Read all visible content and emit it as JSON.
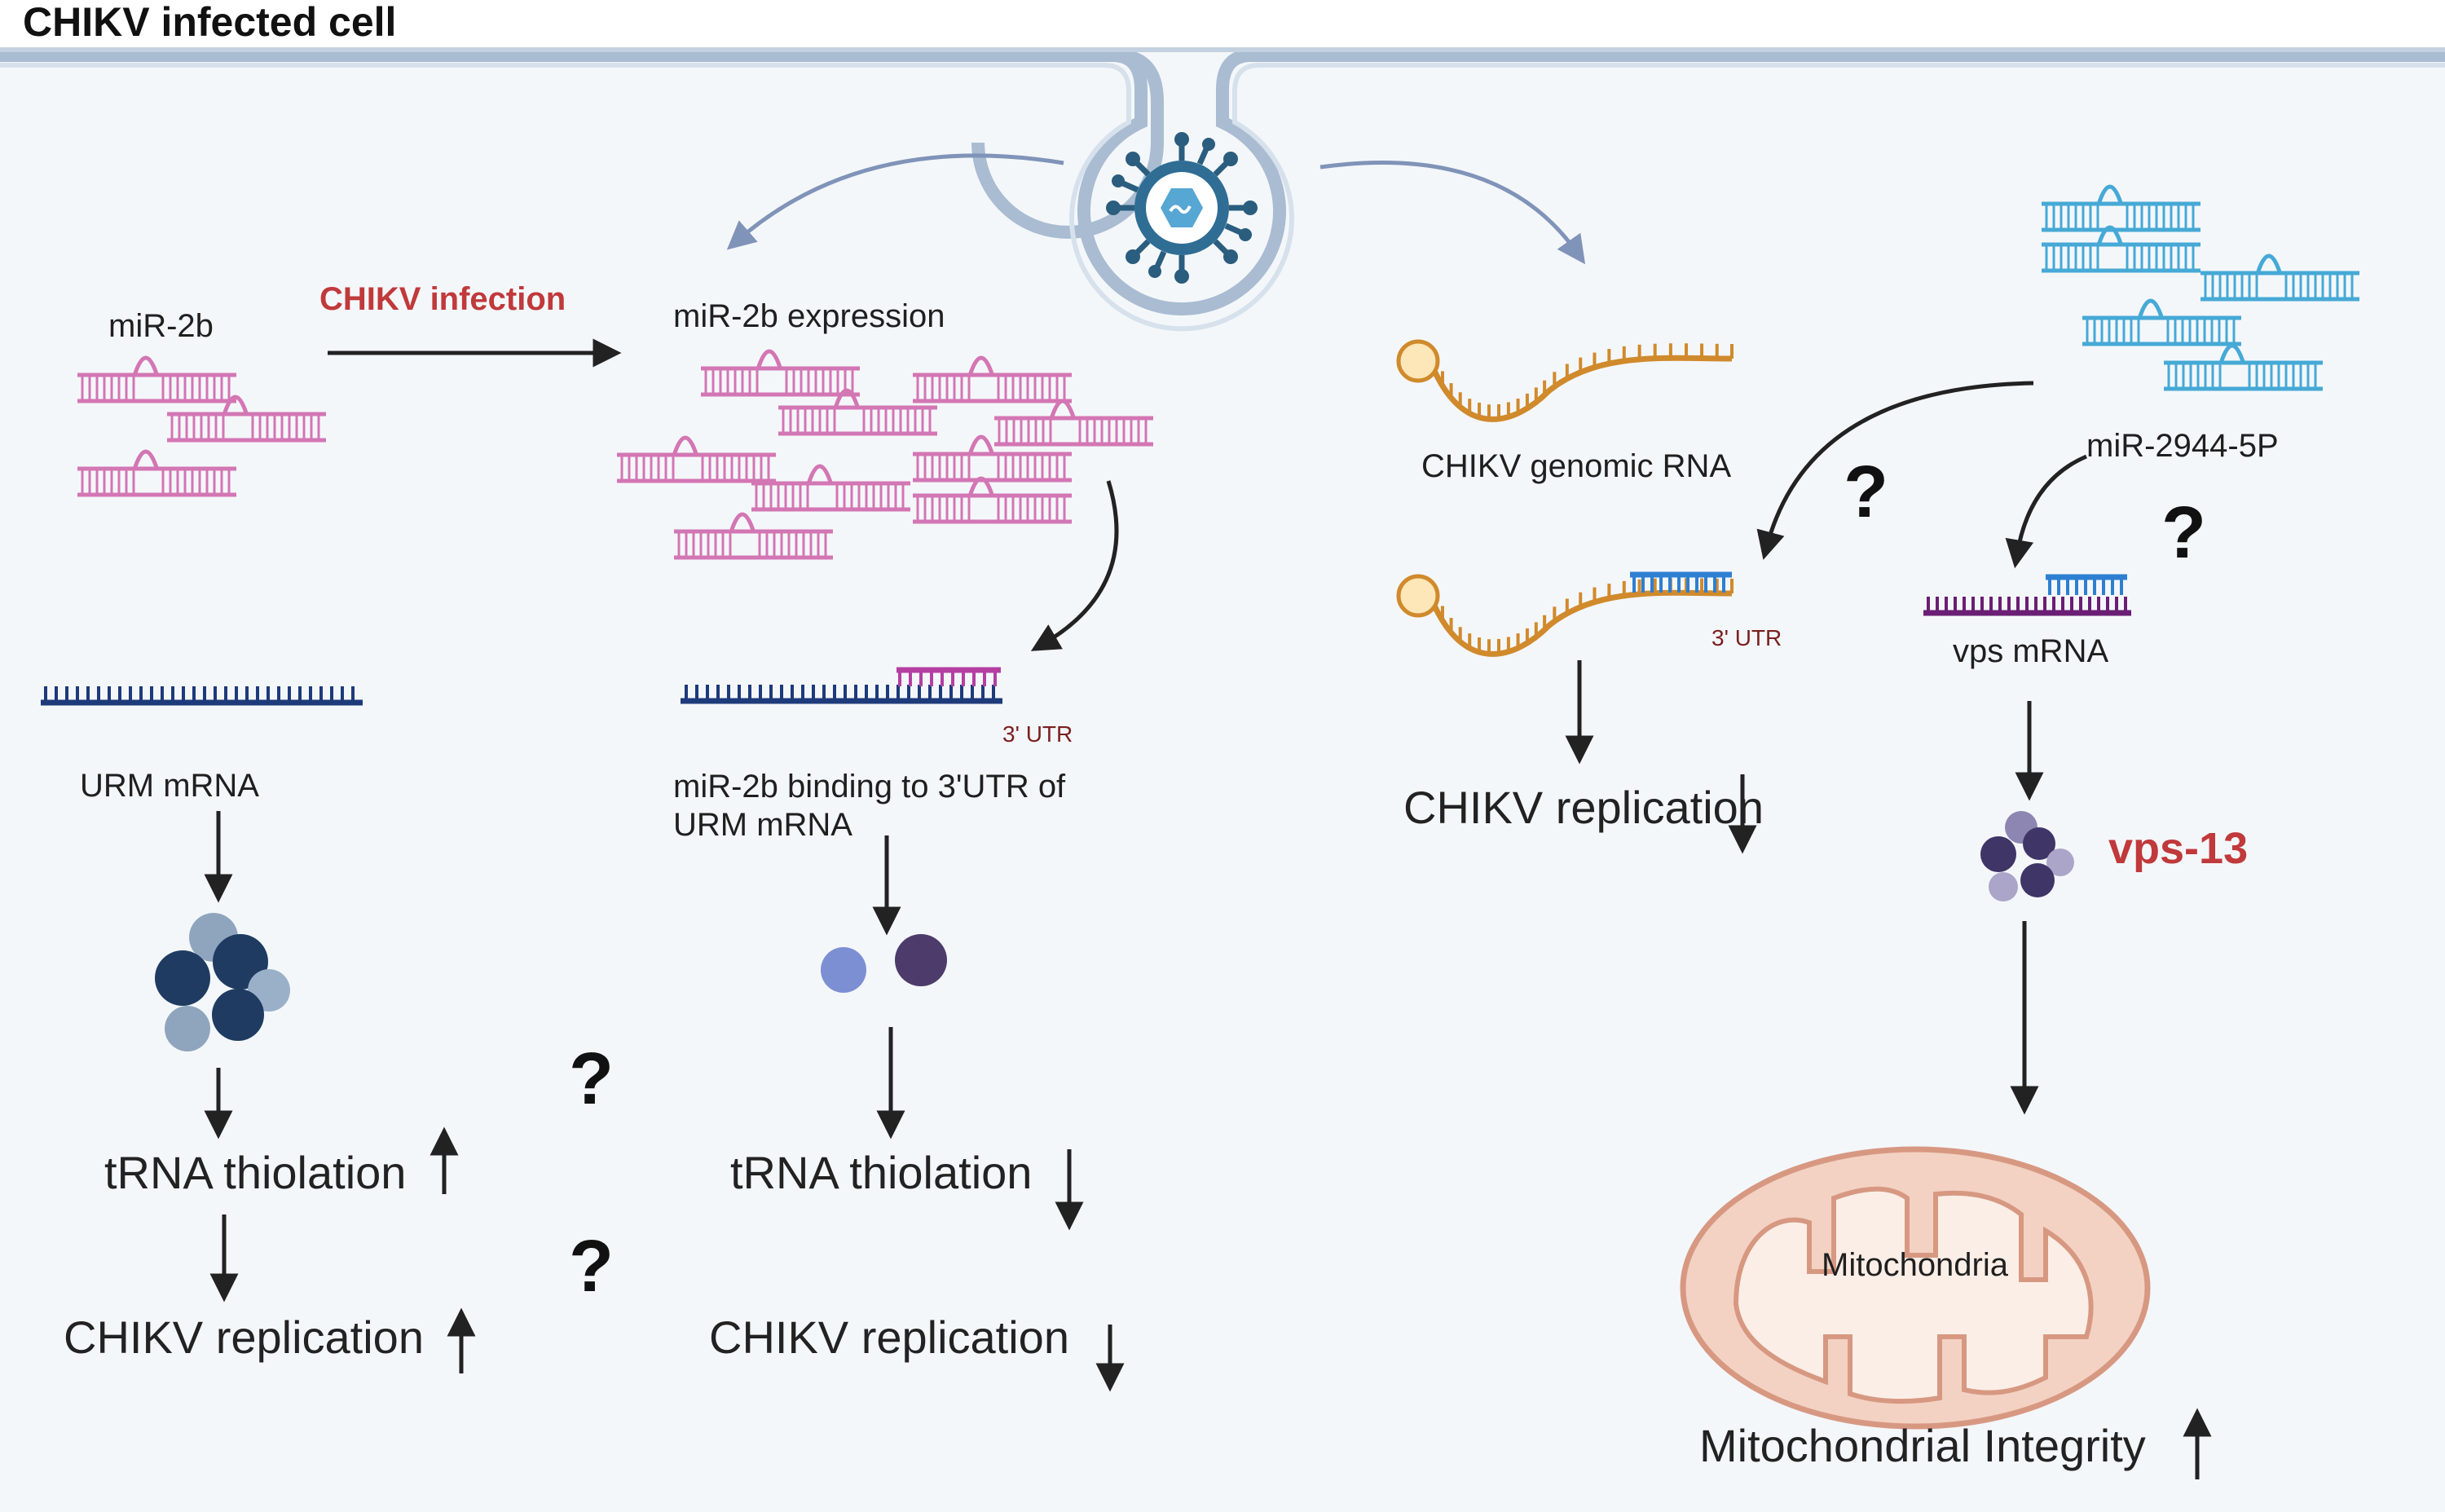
{
  "title": "CHIKV infected cell",
  "left": {
    "mir_label": "miR-2b",
    "infection_label": "CHIKV infection",
    "urm_label": "URM mRNA",
    "thiolation": "tRNA thiolation",
    "replication": "CHIKV replication",
    "question": "?"
  },
  "middle": {
    "expression_label": "miR-2b expression",
    "utr_label": "3' UTR",
    "binding_line1": "miR-2b binding to 3'UTR of",
    "binding_line2": "URM mRNA",
    "thiolation": "tRNA thiolation",
    "replication": "CHIKV replication"
  },
  "right": {
    "genomic_label": "CHIKV genomic RNA",
    "utr_label": "3' UTR",
    "replication": "CHIKV replication",
    "mir_label": "miR-2944-5P",
    "vps_mrna_label": "vps mRNA",
    "vps_protein_label": "vps-13",
    "mito_label": "Mitochondria",
    "integrity": "Mitochondrial Integrity",
    "question": "?"
  },
  "colors": {
    "background": "#f4f7fa",
    "membrane": "#a9bcd2",
    "mirna": "#d376b4",
    "mirna_blue": "#46a9d6",
    "mrna": "#1d3a7a",
    "viral_rna": "#d08a2c",
    "mito": "#f3d2c3",
    "accent_red": "#c0393b"
  },
  "icons": [
    "virus-icon",
    "ribosome-cluster-icon",
    "protein-complex-icon",
    "mitochondria-icon",
    "up-arrow-icon",
    "down-arrow-icon"
  ]
}
